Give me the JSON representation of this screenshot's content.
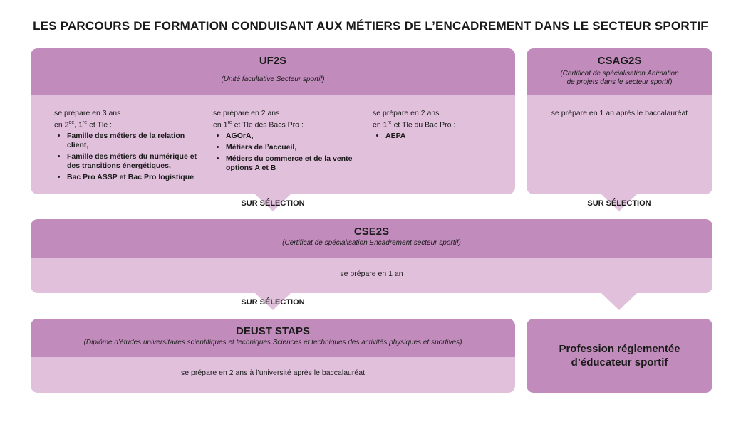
{
  "title": "LES PARCOURS DE FORMATION CONDUISANT AUX MÉTIERS DE L’ENCADREMENT DANS LE SECTEUR SPORTIF",
  "uf2s": {
    "name": "UF2S",
    "subtitle": "(Unité facultative Secteur sportif)",
    "col1": {
      "line1": "se prépare en 3 ans",
      "line2_pre": "en 2",
      "line2_sup1": "de",
      "line2_mid": ", 1",
      "line2_sup2": "re",
      "line2_post": " et Tle :",
      "items": [
        "Famille des métiers de la relation client,",
        "Famille des métiers du numérique et des transitions énergétiques,",
        "Bac Pro ASSP et Bac Pro logistique"
      ]
    },
    "col2": {
      "line1": "se prépare en 2 ans",
      "line2_pre": "en 1",
      "line2_sup": "re",
      "line2_post": " et Tle des Bacs Pro :",
      "items": [
        "AGOrA,",
        "Métiers de l’accueil,",
        "Métiers du commerce et de la vente options A et B"
      ]
    },
    "col3": {
      "line1": "se prépare en 2 ans",
      "line2_pre": "en 1",
      "line2_sup": "re",
      "line2_post": " et Tle du Bac Pro :",
      "items": [
        "AEPA"
      ]
    }
  },
  "csag2s": {
    "name": "CSAG2S",
    "subtitle_line1": "(Certificat de spécialisation Animation",
    "subtitle_line2": "de projets dans le secteur sportif)",
    "body": "se prépare en 1 an après le baccalauréat"
  },
  "selection_label": "SUR SÉLECTION",
  "cse2s": {
    "name": "CSE2S",
    "subtitle": "(Certificat de spécialisation Encadrement secteur sportif)",
    "body": "se prépare en 1 an"
  },
  "deust": {
    "name": "DEUST STAPS",
    "subtitle": "(Diplôme d’études universitaires scientifiques et techniques Sciences et techniques des activités physiques et sportives)",
    "body": "se prépare en 2 ans à l’université après le baccalauréat"
  },
  "profession": {
    "line1": "Profession réglementée",
    "line2": "d’éducateur sportif"
  },
  "colors": {
    "header": "#c18cbc",
    "body": "#e1c0dc"
  }
}
